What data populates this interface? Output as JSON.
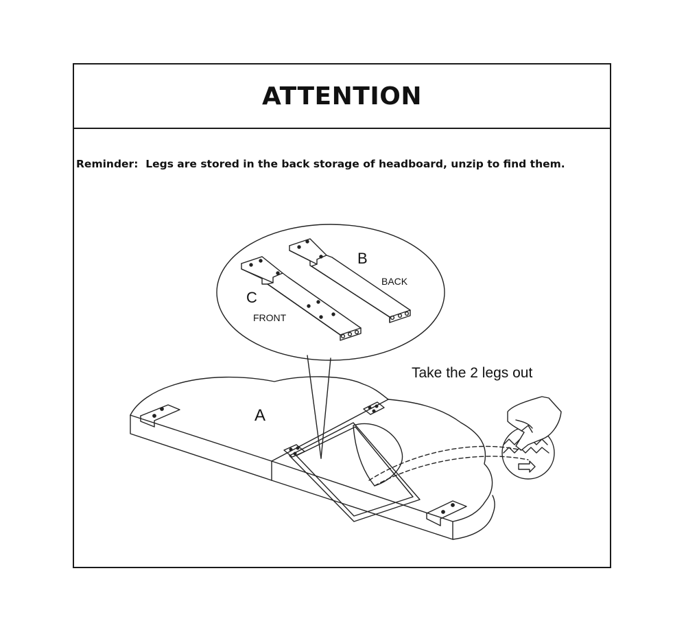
{
  "header": {
    "title": "ATTENTION"
  },
  "reminder": {
    "prefix": "Reminder:",
    "text": "Legs are stored in the back storage of headboard, unzip to find them."
  },
  "illustration": {
    "part_a": "A",
    "part_b": "B",
    "part_c": "C",
    "back_label": "BACK",
    "front_label": "FRONT",
    "caption": "Take the 2 legs out"
  }
}
